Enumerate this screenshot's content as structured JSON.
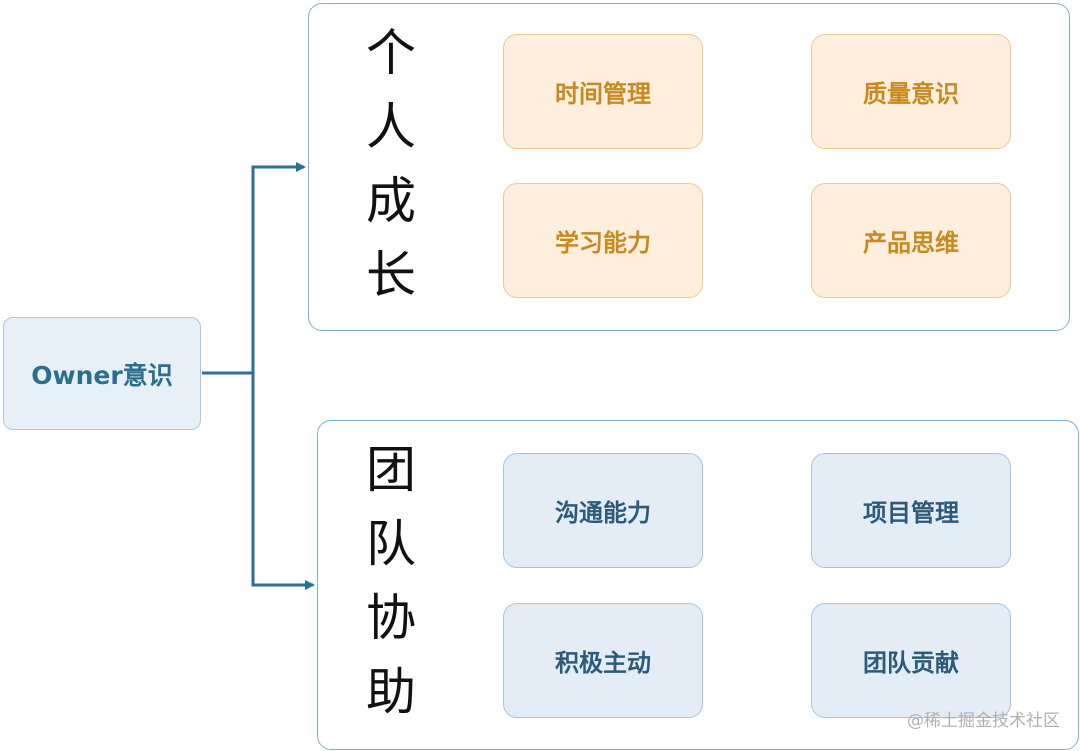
{
  "root": {
    "label": "Owner意识"
  },
  "groups": [
    {
      "title": "个人成长",
      "chars": [
        "个",
        "人",
        "成",
        "长"
      ],
      "items": [
        "时间管理",
        "质量意识",
        "学习能力",
        "产品思维"
      ]
    },
    {
      "title": "团队协助",
      "chars": [
        "团",
        "队",
        "协",
        "助"
      ],
      "items": [
        "沟通能力",
        "项目管理",
        "积极主动",
        "团队贡献"
      ]
    }
  ],
  "watermark": "@稀土掘金技术社区",
  "colors": {
    "connector": "#2c6f97",
    "orange_fill": "#fdeedd",
    "orange_text": "#c88a1e",
    "blue_fill": "#e4edf6",
    "blue_text": "#2d5a7a"
  }
}
